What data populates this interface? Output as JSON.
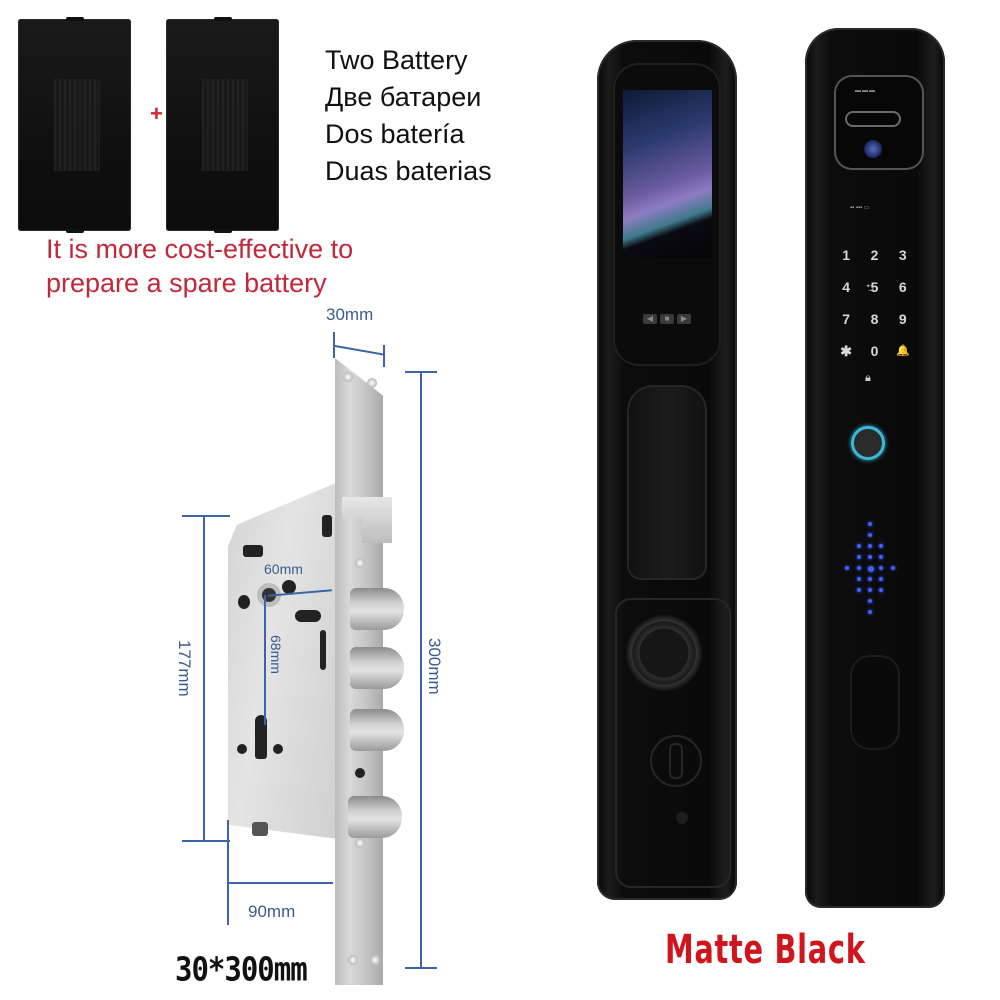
{
  "batteries": {
    "count": 2,
    "separator": "+",
    "color": "#101010"
  },
  "battery_titles": [
    "Two Battery",
    "Две батареи",
    "Dos batería",
    "Duas baterias"
  ],
  "promo_text": {
    "line1": "It is more cost-effective to",
    "line2": "prepare a spare battery",
    "color": "#c3283a"
  },
  "mortise_dimensions": {
    "faceplate_width": "30mm",
    "total_height": "300mm",
    "case_height": "177mm",
    "backset": "60mm",
    "center_distance": "68mm",
    "case_depth": "90mm",
    "line_color": "#3d64a6"
  },
  "mortise_caption": "30*300mm",
  "lock_front": {
    "screen_buttons": [
      "◀",
      "■",
      "▶"
    ]
  },
  "lock_back": {
    "keypad": [
      "1",
      "2",
      "3",
      "4",
      "5",
      "6",
      "7",
      "8",
      "9",
      "✱",
      "0",
      "🔔"
    ],
    "fingerprint_ring_color": "#3bb6d6",
    "ir_dot_color": "#3f5fff"
  },
  "finish_label": {
    "text": "Matte Black",
    "color": "#d0151c"
  }
}
